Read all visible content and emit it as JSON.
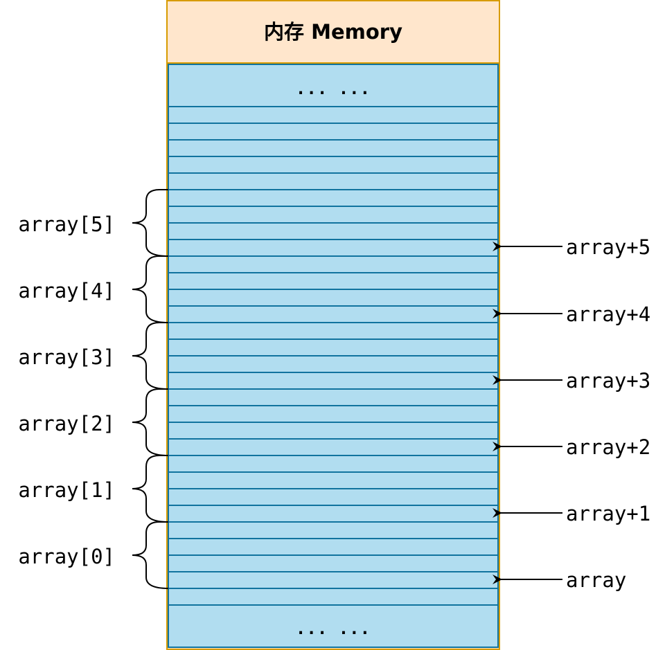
{
  "memory": {
    "title": "内存 Memory",
    "top_ellipsis": "... ...",
    "bottom_ellipsis": "... ...",
    "colors": {
      "header_fill": "#ffe6cc",
      "border": "#d79b00",
      "cell_fill": "#b1ddf0",
      "cell_line": "#10739e"
    }
  },
  "elements": [
    {
      "label": "array[5]"
    },
    {
      "label": "array[4]"
    },
    {
      "label": "array[3]"
    },
    {
      "label": "array[2]"
    },
    {
      "label": "array[1]"
    },
    {
      "label": "array[0]"
    }
  ],
  "pointers": [
    {
      "label": "array+5"
    },
    {
      "label": "array+4"
    },
    {
      "label": "array+3"
    },
    {
      "label": "array+2"
    },
    {
      "label": "array+1"
    },
    {
      "label": "array"
    }
  ]
}
